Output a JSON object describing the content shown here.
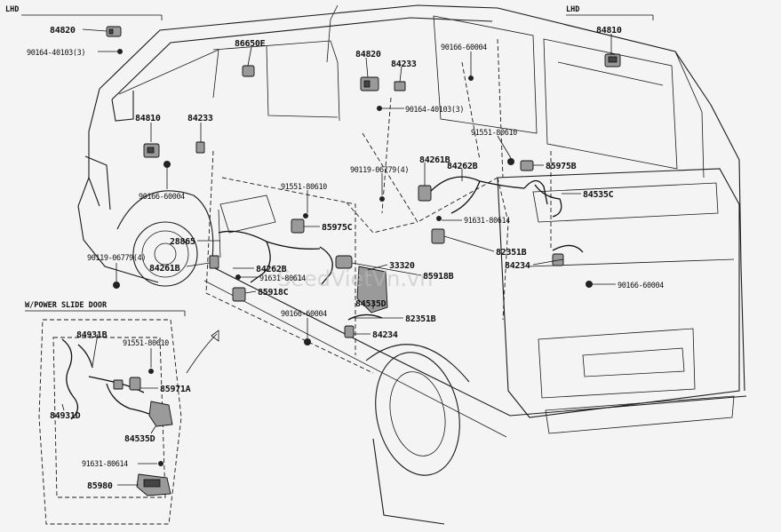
{
  "sections": {
    "lhd_left": "LHD",
    "lhd_right": "LHD",
    "power_slide_door": "W/POWER SLIDE DOOR"
  },
  "watermark": "SeedVietVn.vn",
  "parts": {
    "p84820_a": "84820",
    "p90164_a": "90164-40103(3)",
    "p84810_a": "84810",
    "p84233_a": "84233",
    "p90166_a": "90166-60004",
    "p86650e": "86650E",
    "p84820_b": "84820",
    "p84233_b": "84233",
    "p90166_b": "90166-60004",
    "p90164_b": "90164-40103(3)",
    "p84810_b": "84810",
    "p91551_a": "91551-80610",
    "p90119_a": "90119-06779(4)",
    "p84261b_a": "84261B",
    "p84262b_a": "84262B",
    "p85975b": "85975B",
    "p84535c": "84535C",
    "p91551_b": "91551-80610",
    "p91631_a": "91631-80614",
    "p85975c": "85975C",
    "p28865": "28865",
    "p82351b_a": "82351B",
    "p84234_a": "84234",
    "p90119_b": "90119-06779(4)",
    "p84261b_b": "84261B",
    "p84262b_b": "84262B",
    "p33320": "33320",
    "p91631_b": "91631-80614",
    "p85918b": "85918B",
    "p85918c": "85918C",
    "p90166_c": "90166-60004",
    "p84535d_a": "84535D",
    "p82351b_b": "82351B",
    "p84234_b": "84234",
    "p90166_d": "90166-60004",
    "p84931b": "84931B",
    "p91551_c": "91551-80610",
    "p85971a": "85971A",
    "p84931d": "84931D",
    "p84535d_b": "84535D",
    "p91631_c": "91631-80614",
    "p85980": "85980"
  }
}
